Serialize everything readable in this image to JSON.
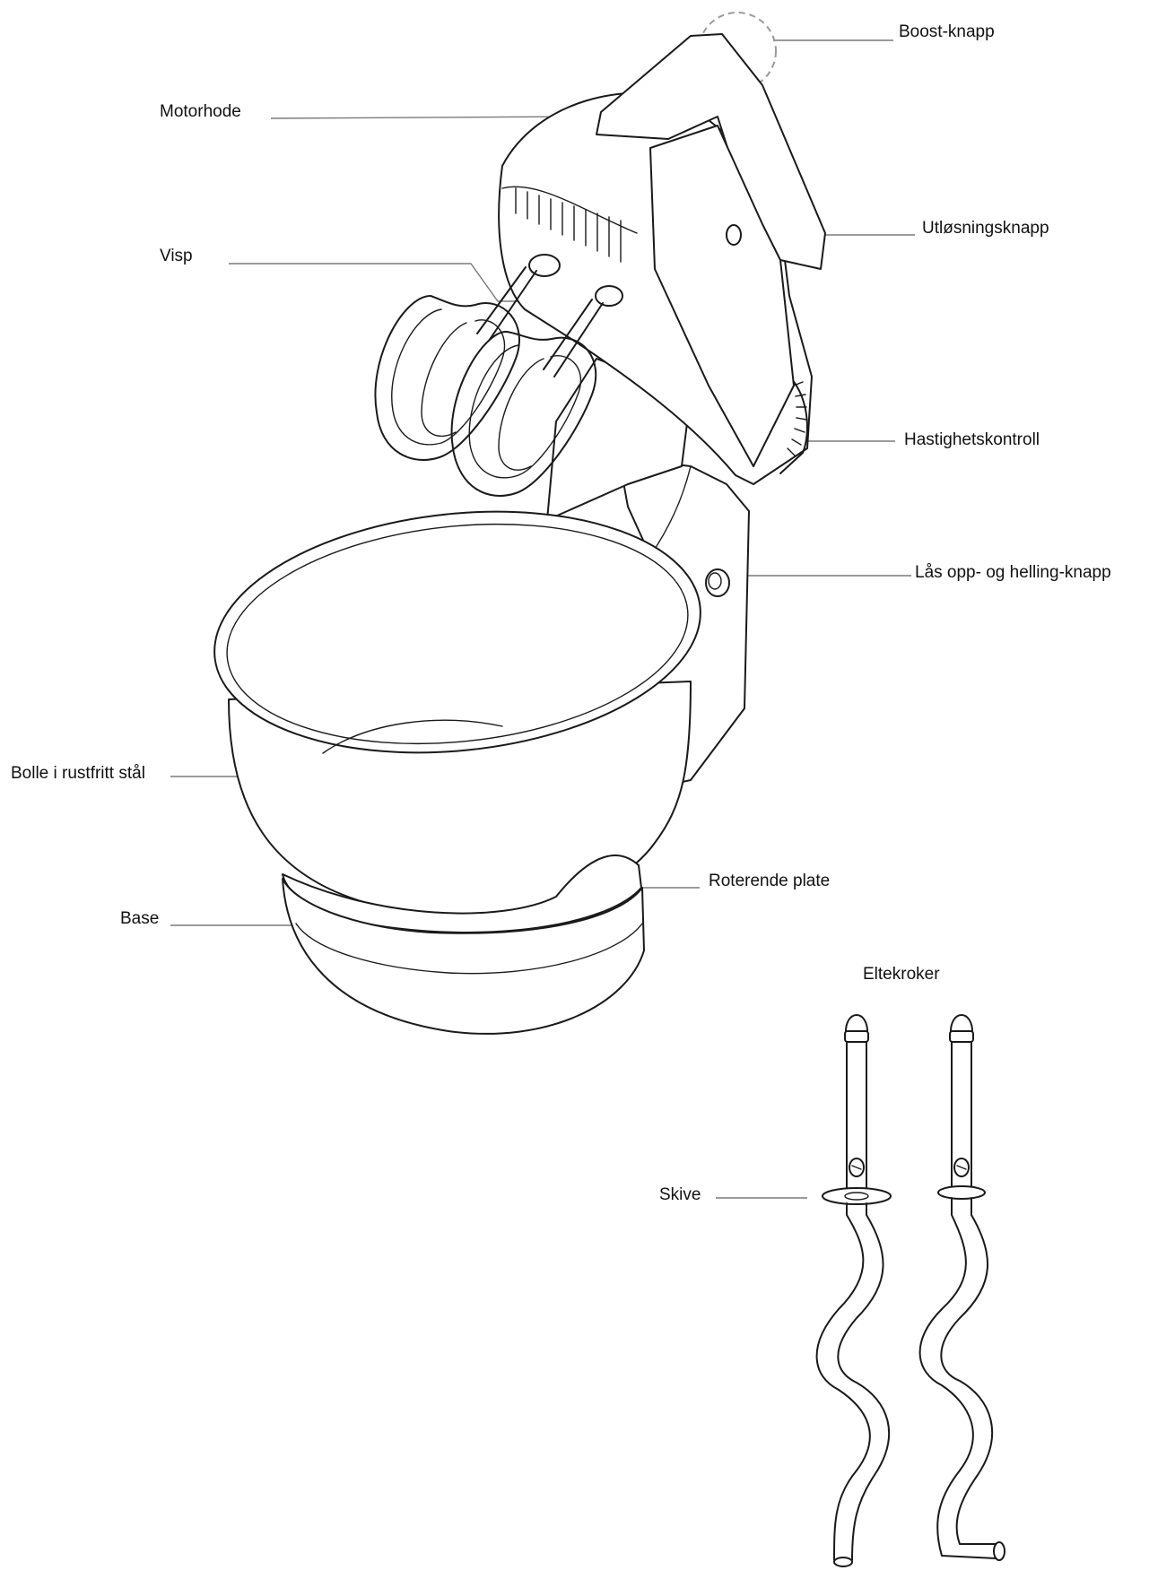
{
  "labels": {
    "boost": "Boost-knapp",
    "motor_head": "Motorhode",
    "release": "Utløsningsknapp",
    "whisk": "Visp",
    "speed": "Hastighetskontroll",
    "unlock_tilt": "Lås opp- og helling-knapp",
    "bowl": "Bolle i rustfritt stål",
    "turntable": "Roterende plate",
    "base": "Base",
    "dough_hooks": "Eltekroker",
    "disc": "Skive"
  },
  "colors": {
    "line": "#1a1a1a",
    "leader": "#7a7a7a",
    "highlight_circle": "#9a9a9a",
    "background": "#ffffff"
  }
}
